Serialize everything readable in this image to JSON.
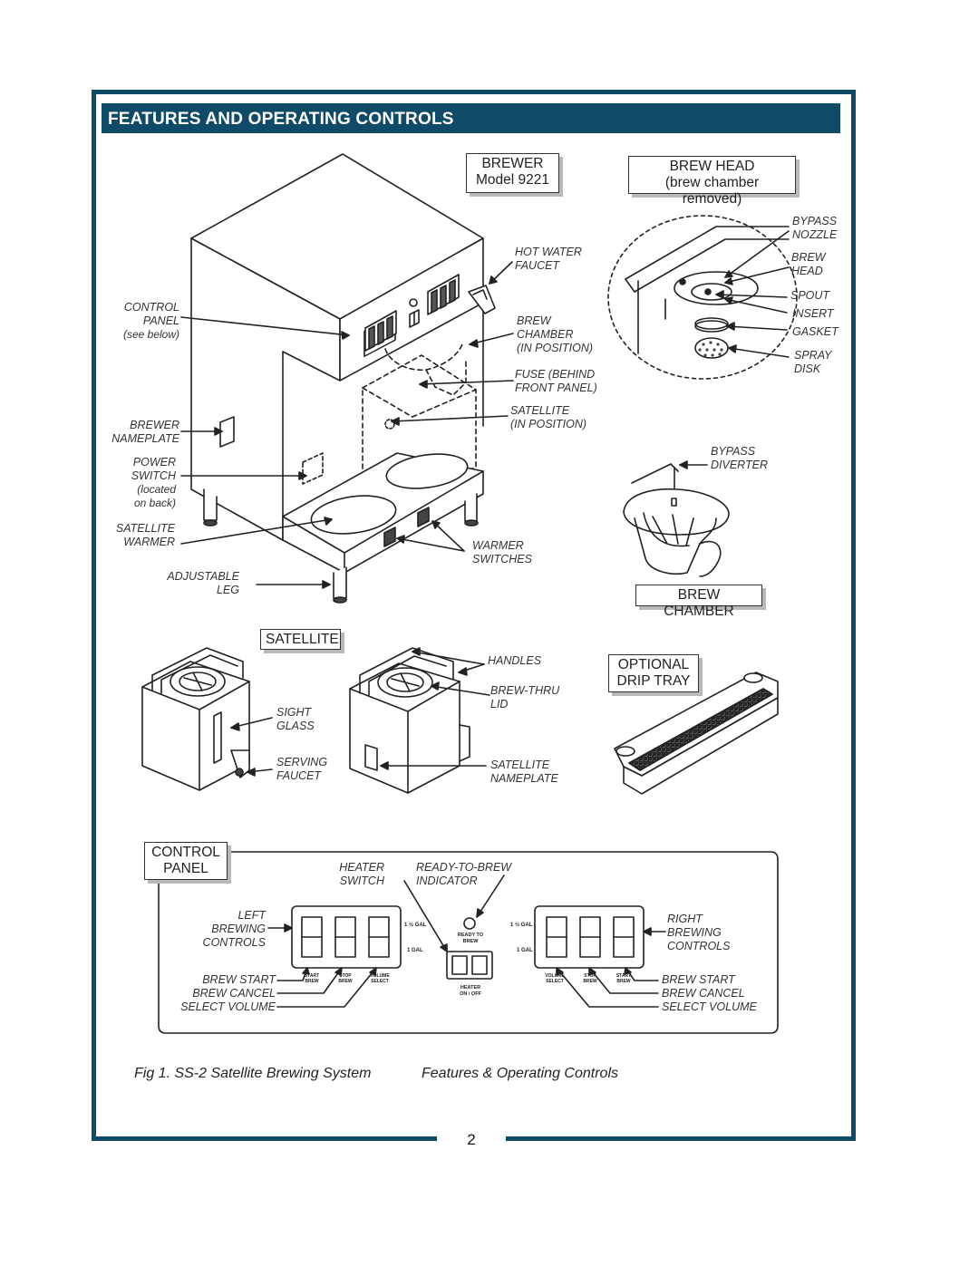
{
  "header": {
    "title": "FEATURES AND OPERATING CONTROLS"
  },
  "boxes": {
    "brewer": [
      "BREWER",
      "Model 9221"
    ],
    "brew_head": [
      "BREW HEAD",
      "(brew chamber removed)"
    ],
    "brew_chamber": "BREW CHAMBER",
    "satellite": "SATELLITE",
    "drip_tray": [
      "OPTIONAL",
      "DRIP TRAY"
    ],
    "control_panel": [
      "CONTROL",
      "PANEL"
    ]
  },
  "brewer_labels": {
    "hot_water_faucet": [
      "HOT WATER",
      "FAUCET"
    ],
    "control_panel": [
      "CONTROL",
      "PANEL",
      "(see below)"
    ],
    "brew_chamber_in_position": [
      "BREW",
      "CHAMBER",
      "(IN POSITION)"
    ],
    "fuse": [
      "FUSE (BEHIND",
      "FRONT PANEL)"
    ],
    "satellite_in_position": [
      "SATELLITE",
      "(IN POSITION)"
    ],
    "brewer_nameplate": [
      "BREWER",
      "NAMEPLATE"
    ],
    "power_switch": [
      "POWER",
      "SWITCH",
      "(located",
      "on back)"
    ],
    "satellite_warmer": [
      "SATELLITE",
      "WARMER"
    ],
    "warmer_switches": [
      "WARMER",
      "SWITCHES"
    ],
    "adjustable_leg": [
      "ADJUSTABLE",
      "LEG"
    ]
  },
  "brew_head_labels": {
    "bypass_nozzle": [
      "BYPASS",
      "NOZZLE"
    ],
    "brew_head": [
      "BREW",
      "HEAD"
    ],
    "spout": "SPOUT",
    "insert": "INSERT",
    "gasket": "GASKET",
    "spray_disk": [
      "SPRAY",
      "DISK"
    ],
    "bypass_diverter": [
      "BYPASS",
      "DIVERTER"
    ]
  },
  "satellite_labels": {
    "handles": "HANDLES",
    "brew_thru_lid": [
      "BREW-THRU",
      "LID"
    ],
    "sight_glass": [
      "SIGHT",
      "GLASS"
    ],
    "serving_faucet": [
      "SERVING",
      "FAUCET"
    ],
    "satellite_nameplate": [
      "SATELLITE",
      "NAMEPLATE"
    ]
  },
  "panel_labels": {
    "heater_switch": [
      "HEATER",
      "SWITCH"
    ],
    "ready_to_brew": [
      "READY-TO-BREW",
      "INDICATOR"
    ],
    "left_controls": [
      "LEFT",
      "BREWING",
      "CONTROLS"
    ],
    "right_controls": [
      "RIGHT",
      "BREWING",
      "CONTROLS"
    ],
    "left_actions": [
      "BREW START",
      "BREW CANCEL",
      "SELECT VOLUME"
    ],
    "right_actions": [
      "BREW START",
      "BREW CANCEL",
      "SELECT VOLUME"
    ],
    "gal_1_5": "1 ½ GAL",
    "gal_1": "1 GAL",
    "ready_to_brew_small": [
      "READY TO",
      "BREW"
    ],
    "heater_on_off": [
      "HEATER",
      "ON / OFF"
    ],
    "btn_start_brew": [
      "START",
      "BREW"
    ],
    "btn_stop_brew": [
      "STOP",
      "BREW"
    ],
    "btn_volume_select": [
      "VOLUME",
      "SELECT"
    ]
  },
  "caption": {
    "fig": "Fig 1.  SS-2 Satellite Brewing System",
    "subtitle": "Features & Operating Controls"
  },
  "page_number": "2",
  "colors": {
    "accent": "#0f4a68"
  }
}
